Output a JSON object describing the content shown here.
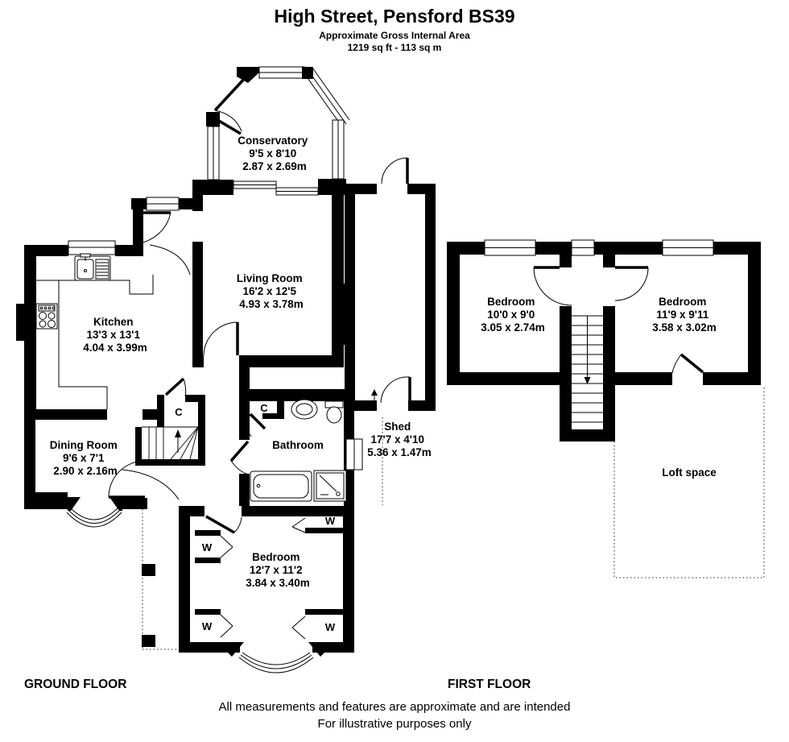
{
  "title": {
    "line1": "High Street, Pensford BS39",
    "line2": "Approximate Gross Internal Area",
    "line3": "1219 sq ft - 113 sq m"
  },
  "labels": {
    "closet": "C",
    "wardrobe": "W"
  },
  "ground_floor": {
    "caption": "GROUND FLOOR",
    "rooms": {
      "conservatory": {
        "name": "Conservatory",
        "imperial": "9'5 x 8'10",
        "metric": "2.87 x 2.69m"
      },
      "living_room": {
        "name": "Living Room",
        "imperial": "16'2 x 12'5",
        "metric": "4.93 x 3.78m"
      },
      "kitchen": {
        "name": "Kitchen",
        "imperial": "13'3 x 13'1",
        "metric": "4.04 x 3.99m"
      },
      "dining_room": {
        "name": "Dining Room",
        "imperial": "9'6 x 7'1",
        "metric": "2.90 x 2.16m"
      },
      "bathroom": {
        "name": "Bathroom"
      },
      "shed": {
        "name": "Shed",
        "imperial": "17'7 x 4'10",
        "metric": "5.36 x 1.47m"
      },
      "bedroom": {
        "name": "Bedroom",
        "imperial": "12'7 x 11'2",
        "metric": "3.84 x 3.40m"
      }
    }
  },
  "first_floor": {
    "caption": "FIRST FLOOR",
    "rooms": {
      "bedroom_left": {
        "name": "Bedroom",
        "imperial": "10'0 x 9'0",
        "metric": "3.05 x 2.74m"
      },
      "bedroom_right": {
        "name": "Bedroom",
        "imperial": "11'9 x 9'11",
        "metric": "3.58 x 3.02m"
      },
      "loft": {
        "name": "Loft space"
      }
    }
  },
  "footer": {
    "line1": "All measurements and features are approximate and are intended",
    "line2": "For illustrative purposes only"
  },
  "colors": {
    "wall": "#000000",
    "background": "#ffffff",
    "line": "#000000"
  }
}
